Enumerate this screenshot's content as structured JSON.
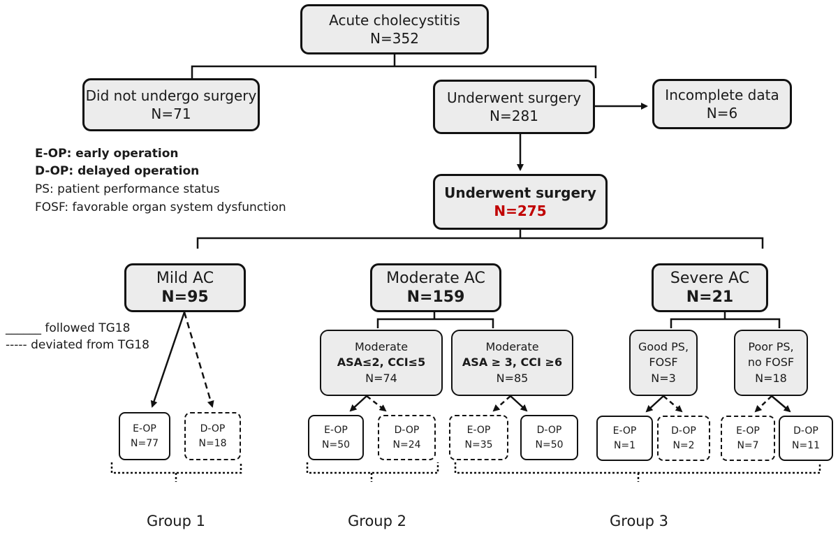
{
  "root": {
    "title": "Acute cholecystitis",
    "n": "N=352"
  },
  "no_surgery": {
    "title": "Did not undergo surgery",
    "n": "N=71"
  },
  "surgery": {
    "title": "Underwent surgery",
    "n": "N=281"
  },
  "incomplete": {
    "title": "Incomplete data",
    "n": "N=6"
  },
  "surgery_final": {
    "title": "Underwent surgery",
    "n": "N=275",
    "n_color": "#c00000"
  },
  "abbreviations": [
    {
      "text": "E-OP: early operation",
      "bold": true
    },
    {
      "text": "D-OP: delayed operation",
      "bold": true
    },
    {
      "text": "PS: patient performance status",
      "bold": false
    },
    {
      "text": "FOSF: favorable organ system dysfunction",
      "bold": false
    }
  ],
  "line_legend": {
    "solid": "______ followed TG18",
    "dashed": "----- deviated from TG18"
  },
  "severity": {
    "mild": {
      "title": "Mild AC",
      "n": "N=95"
    },
    "moderate": {
      "title": "Moderate AC",
      "n": "N=159"
    },
    "severe": {
      "title": "Severe AC",
      "n": "N=21"
    }
  },
  "subgroups": {
    "mod_low": {
      "title": "Moderate",
      "criteria": "ASA≤2, CCI≤5",
      "n": "N=74"
    },
    "mod_high": {
      "title": "Moderate",
      "criteria": "ASA ≥ 3, CCI ≥6",
      "n": "N=85"
    },
    "sev_good": {
      "line1": "Good PS,",
      "line2": "FOSF",
      "n": "N=3"
    },
    "sev_poor": {
      "line1": "Poor PS,",
      "line2": "no FOSF",
      "n": "N=18"
    }
  },
  "leaves": [
    {
      "label": "E-OP",
      "n": "N=77",
      "followed": true
    },
    {
      "label": "D-OP",
      "n": "N=18",
      "followed": false
    },
    {
      "label": "E-OP",
      "n": "N=50",
      "followed": true
    },
    {
      "label": "D-OP",
      "n": "N=24",
      "followed": false
    },
    {
      "label": "E-OP",
      "n": "N=35",
      "followed": false
    },
    {
      "label": "D-OP",
      "n": "N=50",
      "followed": true
    },
    {
      "label": "E-OP",
      "n": "N=1",
      "followed": true
    },
    {
      "label": "D-OP",
      "n": "N=2",
      "followed": false
    },
    {
      "label": "E-OP",
      "n": "N=7",
      "followed": false
    },
    {
      "label": "D-OP",
      "n": "N=11",
      "followed": true
    }
  ],
  "groups": [
    "Group 1",
    "Group 2",
    "Group 3"
  ]
}
